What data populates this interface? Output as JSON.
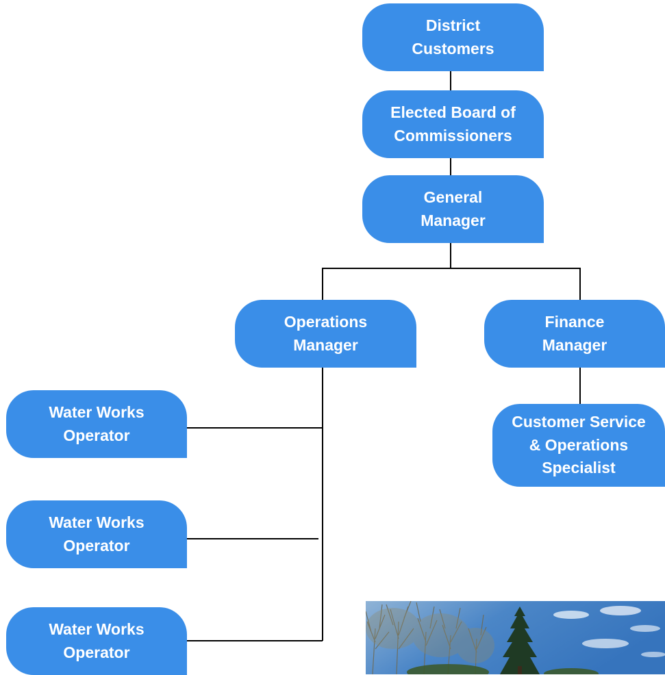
{
  "org_chart": {
    "district_customers": "District\nCustomers",
    "board": "Elected Board of\nCommissioners",
    "general_manager": "General\nManager",
    "operations_manager": "Operations\nManager",
    "finance_manager": "Finance\nManager",
    "customer_service": "Customer Service\n& Operations\nSpecialist",
    "operators": [
      "Water Works\nOperator",
      "Water Works\nOperator",
      "Water Works\nOperator"
    ]
  },
  "colors": {
    "node_fill": "#3a8ee8",
    "node_text": "#ffffff",
    "connector": "#000000",
    "photo_sky": "#3f7fc9"
  }
}
